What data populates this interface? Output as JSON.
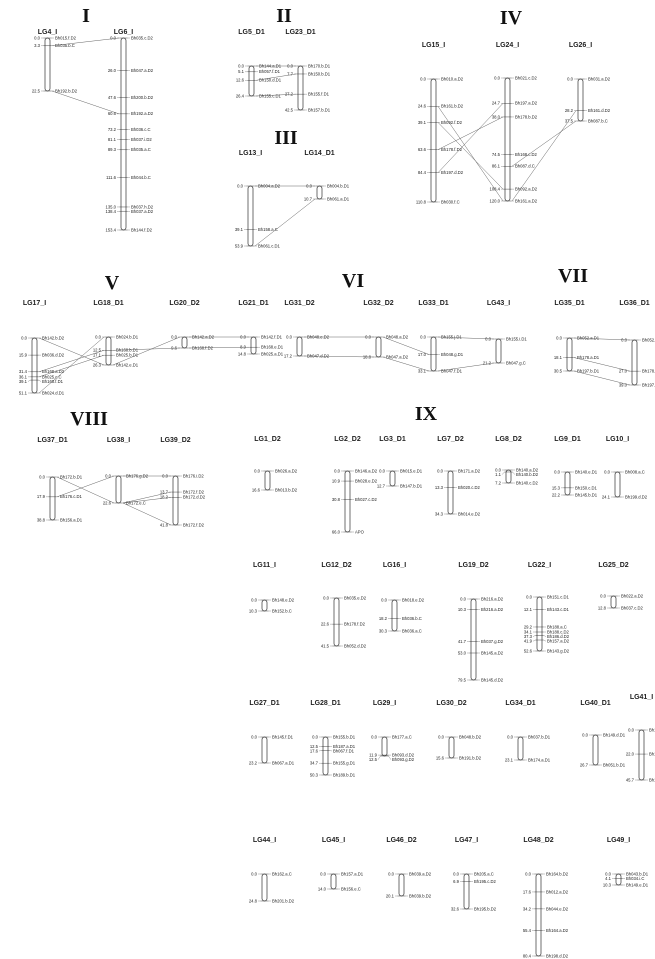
{
  "groups": [
    {
      "id": "I",
      "label": "I"
    },
    {
      "id": "II",
      "label": "II"
    },
    {
      "id": "III",
      "label": "III"
    },
    {
      "id": "IV",
      "label": "IV"
    },
    {
      "id": "V",
      "label": "V"
    },
    {
      "id": "VI",
      "label": "VI"
    },
    {
      "id": "VII",
      "label": "VII"
    },
    {
      "id": "VIII",
      "label": "VIII"
    },
    {
      "id": "IX",
      "label": "IX"
    }
  ],
  "linkage_groups": [
    {
      "name": "LG4_I",
      "markers": [
        [
          "0.0",
          "Bh015.f.D2"
        ],
        [
          "3.3",
          "Bh035.b.C"
        ],
        [
          "22.5",
          "Bh192.b.D2"
        ]
      ]
    },
    {
      "name": "LG6_I",
      "markers": [
        [
          "0.0",
          "Bh035.c.D2"
        ],
        [
          "26.0",
          "Bh047.a.D2"
        ],
        [
          "47.6",
          "Bh200.b.D2"
        ],
        [
          "60.6",
          "Bh192.a.D2"
        ],
        [
          "73.2",
          "Bh036.c.C"
        ],
        [
          "81.1",
          "Bh037.i.D2"
        ],
        [
          "89.3",
          "Bh035.a.C"
        ],
        [
          "111.6",
          "Bh044.b.C"
        ],
        [
          "135.0",
          "Bh037.h.D2"
        ],
        [
          "138.4",
          "Bh037.a.D2"
        ],
        [
          "153.4",
          "Bh144.f.D2"
        ]
      ]
    },
    {
      "name": "LG5_D1",
      "markers": [
        [
          "0.0",
          "Bh144.a.D1"
        ],
        [
          "5.1",
          "Bh057.f.D1"
        ],
        [
          "12.6",
          "Bh150.d.D1"
        ],
        [
          "26.4",
          "Bh155.c.D1"
        ]
      ]
    },
    {
      "name": "LG23_D1",
      "markers": [
        [
          "0.0",
          "Bh170.b.D1"
        ],
        [
          "7.7",
          "Bh150.b.D1"
        ],
        [
          "27.2",
          "Bh155.f.D1"
        ],
        [
          "42.5",
          "Bh157.b.D1"
        ]
      ]
    },
    {
      "name": "LG13_I",
      "markers": [
        [
          "0.0",
          "Bh004.a.D2"
        ],
        [
          "39.1",
          "Bh158.a.C"
        ],
        [
          "53.9",
          "Bh061.c.D1"
        ]
      ]
    },
    {
      "name": "LG14_D1",
      "markers": [
        [
          "0.0",
          "Bh004.b.D1"
        ],
        [
          "10.7",
          "Bh061.a.D1"
        ]
      ]
    },
    {
      "name": "LG15_I",
      "markers": [
        [
          "0.0",
          "Bh010.a.D2"
        ],
        [
          "24.6",
          "Bh161.b.D2"
        ],
        [
          "39.1",
          "Bh092.f.D2"
        ],
        [
          "63.6",
          "Bh178.f.D2"
        ],
        [
          "84.4",
          "Bh197.d.D2"
        ],
        [
          "110.8",
          "Bh030.f.C"
        ]
      ]
    },
    {
      "name": "LG24_I",
      "markers": [
        [
          "0.0",
          "Bh021.c.D2"
        ],
        [
          "24.7",
          "Bh197.a.D2"
        ],
        [
          "38.0",
          "Bh178.b.D2"
        ],
        [
          "74.5",
          "Bh168.c.D2"
        ],
        [
          "86.1",
          "Bh087.d.C"
        ],
        [
          "108.4",
          "Bh092.a.D2"
        ],
        [
          "120.0",
          "Bh161.a.D2"
        ]
      ]
    },
    {
      "name": "LG26_I",
      "markers": [
        [
          "0.0",
          "Bh031.a.D2"
        ],
        [
          "28.2",
          "Bh161.d.D2"
        ],
        [
          "37.5",
          "Bh087.b.C"
        ]
      ]
    },
    {
      "name": "LG17_I",
      "markers": [
        [
          "0.0",
          "Bh142.b.D2"
        ],
        [
          "15.9",
          "Bh036.d.D2"
        ],
        [
          "31.4",
          "Bh168.a.D2"
        ],
        [
          "36.1",
          "Bh025.c.C"
        ],
        [
          "39.1",
          "Bh168.f.D1"
        ],
        [
          "51.1",
          "Bh024.d.D1"
        ]
      ]
    },
    {
      "name": "LG18_D1",
      "markers": [
        [
          "0.0",
          "Bh024.b.D1"
        ],
        [
          "12.5",
          "Bh168.b.D1"
        ],
        [
          "17.1",
          "Bh025.b.D1"
        ],
        [
          "26.3",
          "Bh142.e.D1"
        ]
      ]
    },
    {
      "name": "LG20_D2",
      "markers": [
        [
          "0.0",
          "Bh142.a.D2"
        ],
        [
          "9.6",
          "Bh168.f.D2"
        ]
      ]
    },
    {
      "name": "LG21_D1",
      "markers": [
        [
          "0.0",
          "Bh142.f.D1"
        ],
        [
          "8.9",
          "Bh168.e.D1"
        ],
        [
          "14.8",
          "Bh025.a.D1"
        ]
      ]
    },
    {
      "name": "LG31_D2",
      "markers": [
        [
          "0.0",
          "Bh048.e.D2"
        ],
        [
          "17.2",
          "Bh047.d.D2"
        ]
      ]
    },
    {
      "name": "LG32_D2",
      "markers": [
        [
          "0.0",
          "Bh048.a.D2"
        ],
        [
          "18.8",
          "Bh047.a.D2"
        ]
      ]
    },
    {
      "name": "LG33_D1",
      "markers": [
        [
          "0.0",
          "Bh155.j.D1"
        ],
        [
          "17.0",
          "Bh048.g.D1"
        ],
        [
          "33.1",
          "Bh047.f.D1"
        ]
      ]
    },
    {
      "name": "LG43_I",
      "markers": [
        [
          "0.0",
          "Bh155.i.D1"
        ],
        [
          "21.2",
          "Bh047.g.C"
        ]
      ]
    },
    {
      "name": "LG35_D1",
      "markers": [
        [
          "0.0",
          "Bh052.a.D1"
        ],
        [
          "18.1",
          "Bh178.a.D1"
        ],
        [
          "30.5",
          "Bh197.b.D1"
        ]
      ]
    },
    {
      "name": "LG36_D1",
      "markers": [
        [
          "0.0",
          "Bh052.b.D1"
        ],
        [
          "27.0",
          "Bh178.c.D1"
        ],
        [
          "39.0",
          "Bh197.a.D1"
        ]
      ]
    },
    {
      "name": "LG37_D1",
      "markers": [
        [
          "0.0",
          "Bh172.b.D1"
        ],
        [
          "17.9",
          "Bh176.c.D1"
        ],
        [
          "38.8",
          "Bh156.a.D1"
        ]
      ]
    },
    {
      "name": "LG38_I",
      "markers": [
        [
          "0.0",
          "Bh176.g.D2"
        ],
        [
          "22.6",
          "Bh172.e.C"
        ]
      ]
    },
    {
      "name": "LG39_D2",
      "markers": [
        [
          "0.0",
          "Bh176.i.D2"
        ],
        [
          "13.7",
          "Bh172.f.D2"
        ],
        [
          "18.2",
          "Bh172.d.D2"
        ],
        [
          "41.8",
          "Bh172.f.D2"
        ]
      ]
    },
    {
      "name": "LG1_D2",
      "markers": [
        [
          "0.0",
          "Bh026.a.D2"
        ],
        [
          "16.6",
          "Bh013.b.D2"
        ]
      ]
    },
    {
      "name": "LG2_D2",
      "markers": [
        [
          "0.0",
          "Bh146.a.D2"
        ],
        [
          "10.9",
          "Bh028.e.D2"
        ],
        [
          "30.8",
          "Bh027.c.D2"
        ],
        [
          "66.0",
          "APO"
        ]
      ]
    },
    {
      "name": "LG3_D1",
      "markers": [
        [
          "0.0",
          "Bh015.e.D1"
        ],
        [
          "12.7",
          "Bh147.b.D1"
        ]
      ]
    },
    {
      "name": "LG7_D2",
      "markers": [
        [
          "0.0",
          "Bh171.a.D2"
        ],
        [
          "13.3",
          "Bh020.c.D2"
        ],
        [
          "34.3",
          "Bh014.e.D2"
        ]
      ]
    },
    {
      "name": "LG8_D2",
      "markers": [
        [
          "0.0",
          "Bh140.a.D2"
        ],
        [
          "1.1",
          "Bh140.b.D2"
        ],
        [
          "7.2",
          "Bh140.c.D2"
        ]
      ]
    },
    {
      "name": "LG9_D1",
      "markers": [
        [
          "0.0",
          "Bh140.e.D1"
        ],
        [
          "15.3",
          "Bh150.c.D1"
        ],
        [
          "22.2",
          "Bh145.b.D1"
        ]
      ]
    },
    {
      "name": "LG10_I",
      "markers": [
        [
          "0.0",
          "Bh008.a.C"
        ],
        [
          "24.1",
          "Bh199.d.D2"
        ]
      ]
    },
    {
      "name": "LG11_I",
      "markers": [
        [
          "0.0",
          "Bh148.e.D2"
        ],
        [
          "10.3",
          "Bh152.b.C"
        ]
      ]
    },
    {
      "name": "LG12_D2",
      "markers": [
        [
          "0.0",
          "Bh035.e.D2"
        ],
        [
          "22.6",
          "Bh178.f.D2"
        ],
        [
          "41.5",
          "Bh052.d.D2"
        ]
      ]
    },
    {
      "name": "LG16_I",
      "markers": [
        [
          "0.0",
          "Bh018.e.D2"
        ],
        [
          "18.2",
          "Bh036.b.C"
        ],
        [
          "30.3",
          "Bh036.a.C"
        ]
      ]
    },
    {
      "name": "LG19_D2",
      "markers": [
        [
          "0.0",
          "Bh216.a.D2"
        ],
        [
          "10.3",
          "Bh216.a.D2"
        ],
        [
          "41.7",
          "Bh037.g.D2"
        ],
        [
          "53.0",
          "Bh145.a.D2"
        ],
        [
          "79.5",
          "Bh145.d.D2"
        ]
      ]
    },
    {
      "name": "LG22_I",
      "markers": [
        [
          "0.0",
          "Bh151.c.D1"
        ],
        [
          "12.1",
          "Bh143.c.D1"
        ],
        [
          "29.2",
          "Bh188.a.C"
        ],
        [
          "34.1",
          "Bh188.c.D2"
        ],
        [
          "37.3",
          "Bh186.d.D2"
        ],
        [
          "41.9",
          "Bh157.a.D2"
        ],
        [
          "52.6",
          "Bh143.g.D2"
        ]
      ]
    },
    {
      "name": "LG25_D2",
      "markers": [
        [
          "0.0",
          "Bh022.a.D2"
        ],
        [
          "12.8",
          "Bh037.c.D2"
        ]
      ]
    },
    {
      "name": "LG27_D1",
      "markers": [
        [
          "0.0",
          "Bh145.f.D1"
        ],
        [
          "23.2",
          "Bh067.a.D1"
        ]
      ]
    },
    {
      "name": "LG28_D1",
      "markers": [
        [
          "0.0",
          "Bh155.b.D1"
        ],
        [
          "12.5",
          "Bh187.a.D1"
        ],
        [
          "17.6",
          "Bh067.f.D1"
        ],
        [
          "34.7",
          "Bh155.g.D1"
        ],
        [
          "50.3",
          "Bh189.b.D1"
        ]
      ]
    },
    {
      "name": "LG29_I",
      "markers": [
        [
          "0.0",
          "Bh177.a.C"
        ],
        [
          "11.9",
          "Bh093.d.D2"
        ],
        [
          "12.5",
          "Bh093.g.D2"
        ]
      ]
    },
    {
      "name": "LG30_D2",
      "markers": [
        [
          "0.0",
          "Bh048.b.D2"
        ],
        [
          "15.6",
          "Bh191.b.D2"
        ]
      ]
    },
    {
      "name": "LG34_D1",
      "markers": [
        [
          "0.0",
          "Bh037.b.D1"
        ],
        [
          "23.1",
          "Bh174.a.D1"
        ]
      ]
    },
    {
      "name": "LG40_D1",
      "markers": [
        [
          "0.0",
          "Bh149.d.D1"
        ],
        [
          "26.7",
          "Bh051.b.D1"
        ]
      ]
    },
    {
      "name": "LG41_I",
      "markers": [
        [
          "0.0",
          "Bh150.a.D2"
        ],
        [
          "22.0",
          "Bh153.c.D2"
        ],
        [
          "45.7",
          "Bh151.b.C"
        ]
      ]
    },
    {
      "name": "LG44_I",
      "markers": [
        [
          "0.0",
          "Bh162.a.C"
        ],
        [
          "24.8",
          "Bh201.b.D2"
        ]
      ]
    },
    {
      "name": "LG45_I",
      "markers": [
        [
          "0.0",
          "Bh157.a.D1"
        ],
        [
          "14.0",
          "Bh156.e.C"
        ]
      ]
    },
    {
      "name": "LG46_D2",
      "markers": [
        [
          "0.0",
          "Bh039.a.D2"
        ],
        [
          "20.1",
          "Bh039.b.D2"
        ]
      ]
    },
    {
      "name": "LG47_I",
      "markers": [
        [
          "0.0",
          "Bh205.a.C"
        ],
        [
          "6.9",
          "Bh195.c.D2"
        ],
        [
          "32.6",
          "Bh195.b.D2"
        ]
      ]
    },
    {
      "name": "LG48_D2",
      "markers": [
        [
          "0.0",
          "Bh164.b.D2"
        ],
        [
          "17.6",
          "Bh012.a.D2"
        ],
        [
          "34.2",
          "Bh044.e.D2"
        ],
        [
          "55.4",
          "Bh164.a.D2"
        ],
        [
          "80.4",
          "Bh198.d.D2"
        ]
      ]
    },
    {
      "name": "LG49_I",
      "markers": [
        [
          "0.0",
          "Bh043.b.D1"
        ],
        [
          "4.1",
          "Bh034.i.C"
        ],
        [
          "10.3",
          "Bh149.e.D1"
        ]
      ]
    }
  ]
}
